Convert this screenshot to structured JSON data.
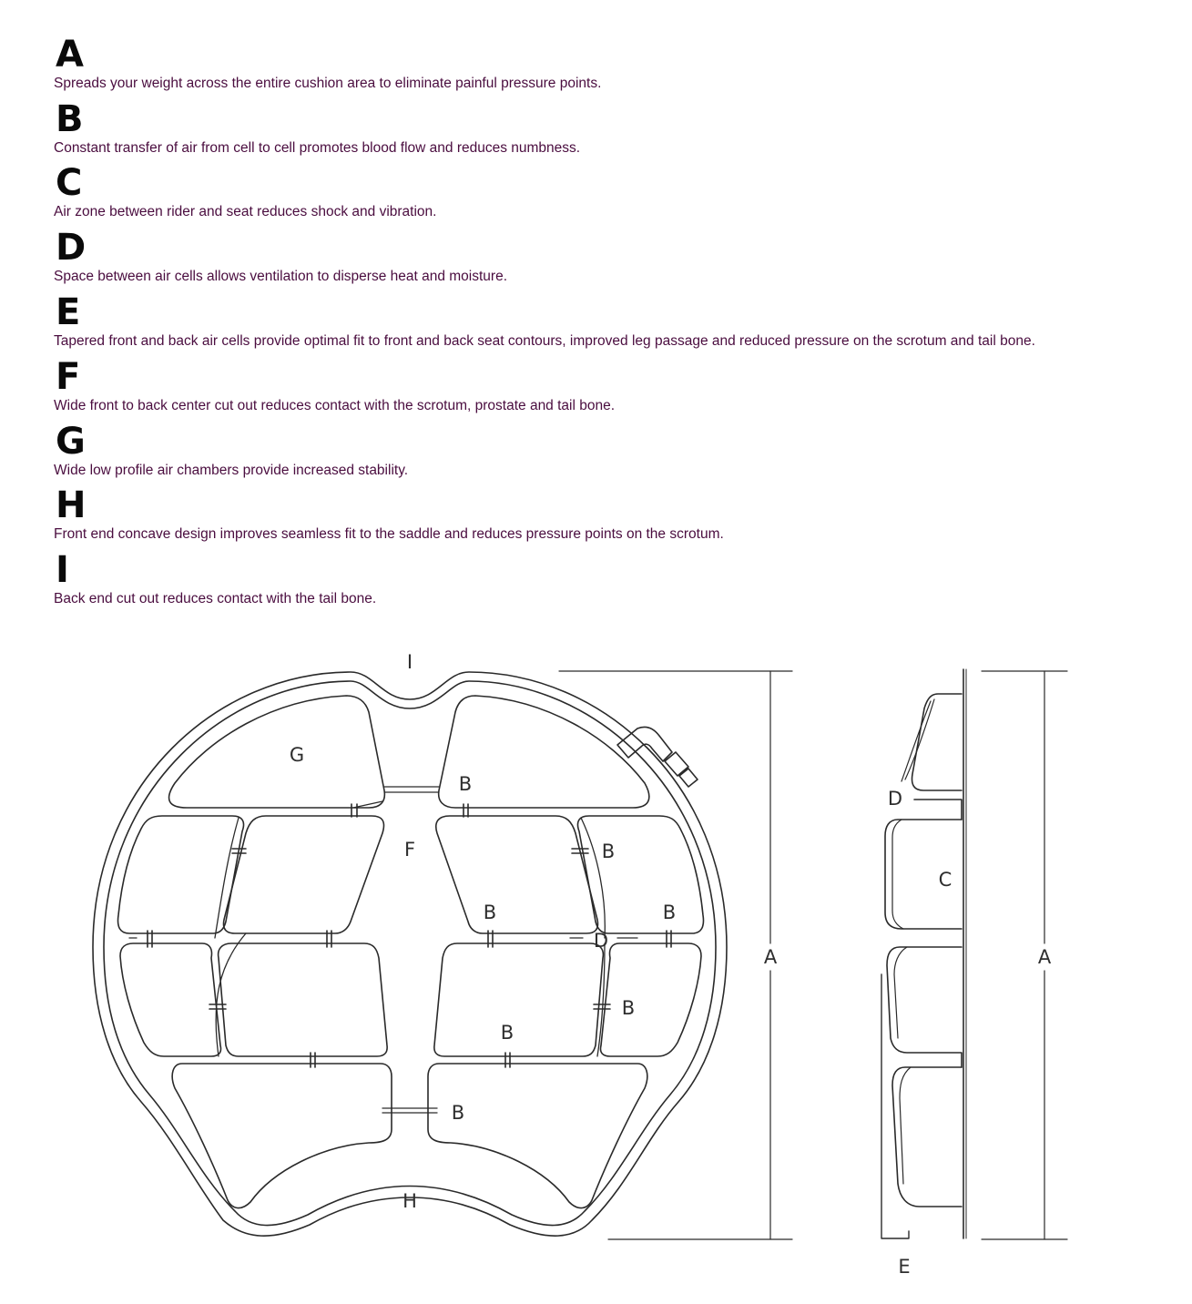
{
  "features": [
    {
      "letter": "A",
      "text": "Spreads your weight across the entire cushion area to eliminate painful pressure points."
    },
    {
      "letter": "B",
      "text": "Constant transfer of air from cell to cell promotes blood flow and reduces numbness."
    },
    {
      "letter": "C",
      "text": "Air zone between rider and seat reduces shock and vibration."
    },
    {
      "letter": "D",
      "text": "Space between air cells allows ventilation to disperse heat and moisture."
    },
    {
      "letter": "E",
      "text": "Tapered front and back air cells provide optimal fit to front and back seat contours, improved leg passage and reduced pressure on the scrotum and tail bone."
    },
    {
      "letter": "F",
      "text": "Wide front to back center cut out reduces contact with the scrotum, prostate and tail bone."
    },
    {
      "letter": "G",
      "text": "Wide low profile air chambers provide increased stability."
    },
    {
      "letter": "H",
      "text": "Front end concave design improves seamless fit to the saddle and reduces pressure points on the scrotum."
    },
    {
      "letter": "I",
      "text": "Back end cut out reduces contact with the tail bone."
    }
  ],
  "diagram": {
    "top_view": {
      "label_I": "I",
      "label_G": "G",
      "label_F": "F",
      "label_D": "D",
      "label_H": "H",
      "label_A": "A",
      "label_B": "B"
    },
    "side_view": {
      "label_D": "D",
      "label_C": "C",
      "label_A": "A",
      "label_E": "E"
    }
  }
}
